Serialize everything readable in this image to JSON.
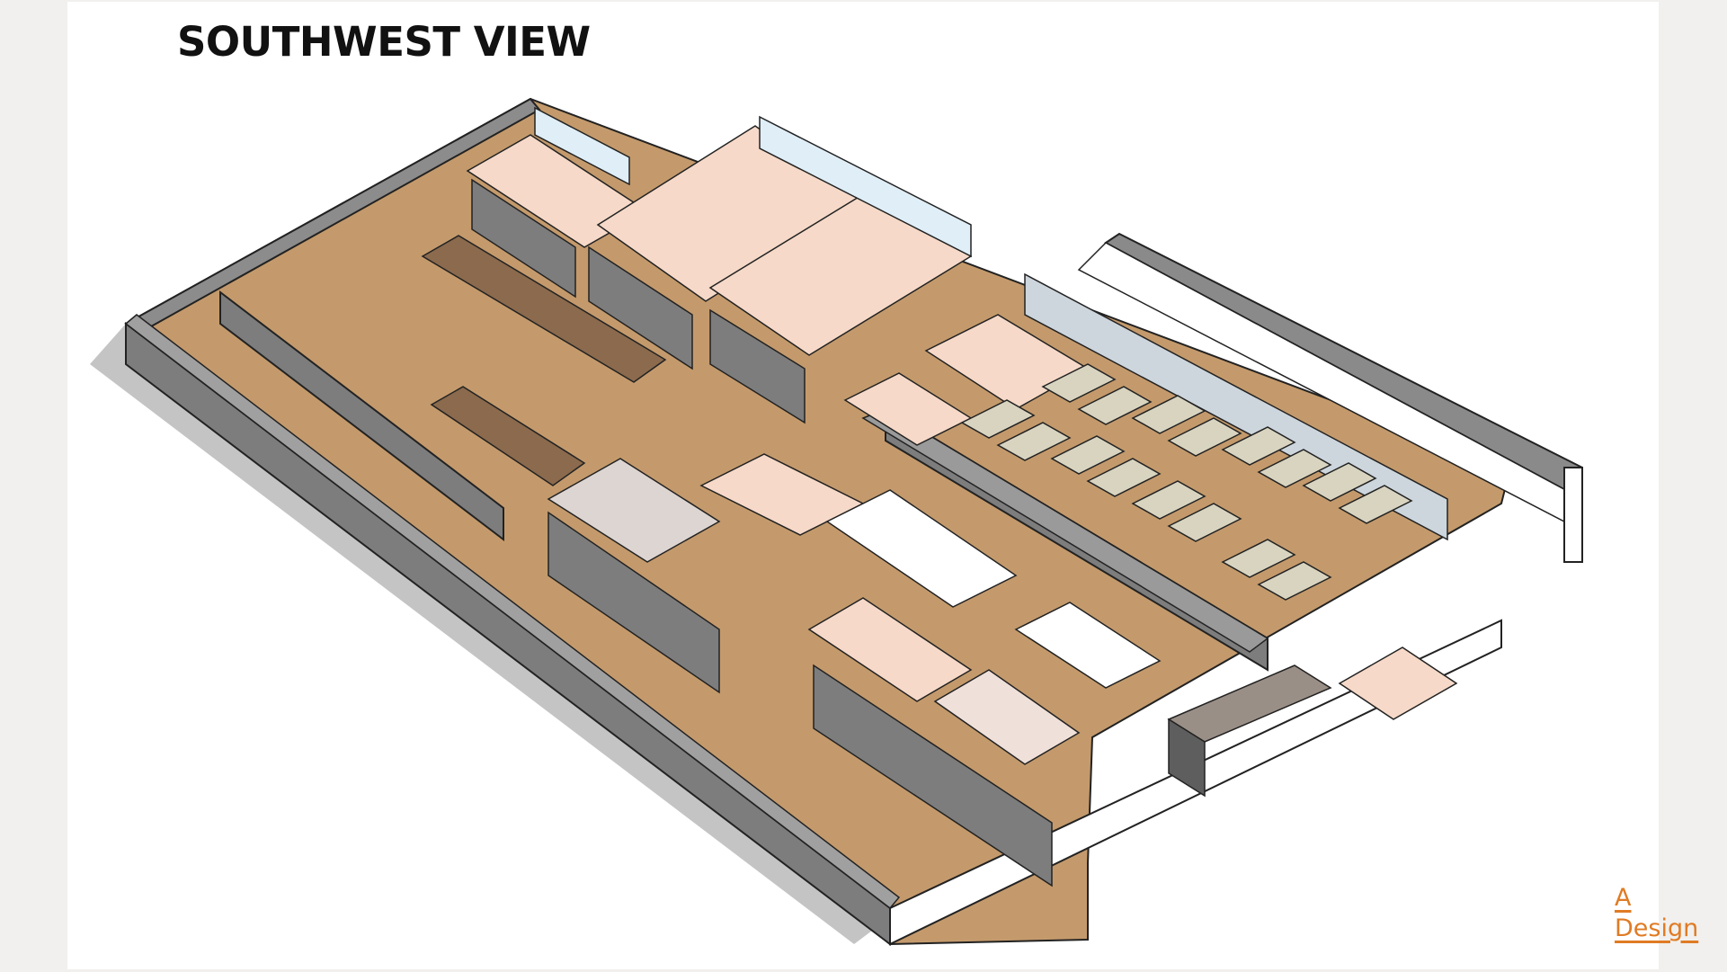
{
  "slide": {
    "title": "SOUTHWEST VIEW",
    "logo": {
      "line1": "A",
      "line2": "Design"
    },
    "image": {
      "type": "isometric-floor-plan",
      "description": "Isometric 3D view of an office/studio floor plan with gray walls, tan wood floors, glass curtain walls, tables, sofas, shelving, restrooms and a kitchen bar"
    }
  },
  "colors": {
    "page_bg": "#f1f0ee",
    "slide_bg": "#ffffff",
    "wall_gray": "#7d7d7d",
    "wall_top": "#9a9a9a",
    "floor_wood": "#c49a6c",
    "rug_pink": "#f6d9c8",
    "glass": "#dfeef7",
    "table": "#d8d4c0",
    "accent_orange": "#e07b24"
  }
}
